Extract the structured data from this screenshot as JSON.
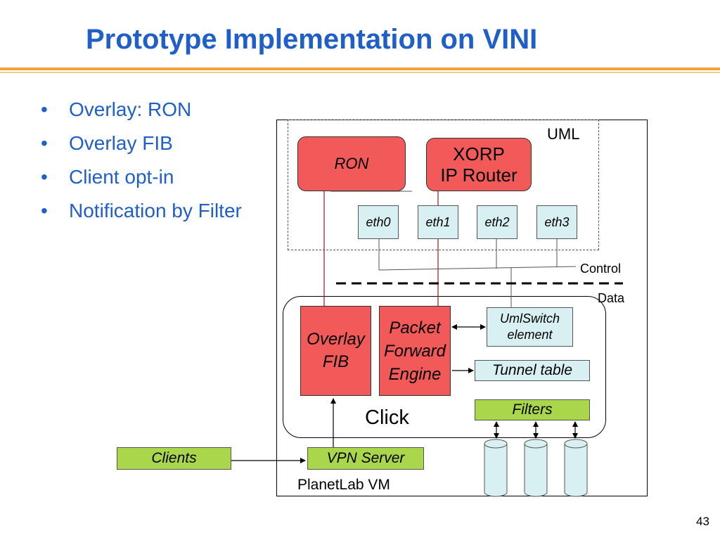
{
  "slide": {
    "title": "Prototype Implementation on VINI",
    "page_number": "43"
  },
  "bullets": [
    {
      "marker": "•",
      "text": "Overlay: RON"
    },
    {
      "marker": "•",
      "text": "Overlay FIB"
    },
    {
      "marker": "•",
      "text": "Client opt-in"
    },
    {
      "marker": "•",
      "text": "Notification by Filter"
    }
  ],
  "diagram": {
    "uml_label": "UML",
    "ron_label": "RON",
    "xorp_line1": "XORP",
    "xorp_line2": "IP Router",
    "eth": [
      "eth0",
      "eth1",
      "eth2",
      "eth3"
    ],
    "control_label": "Control",
    "data_label": "Data",
    "overlay_fib_line1": "Overlay",
    "overlay_fib_line2": "FIB",
    "pfe_line1": "Packet",
    "pfe_line2": "Forward",
    "pfe_line3": "Engine",
    "umlswitch_line1": "UmlSwitch",
    "umlswitch_line2": "element",
    "tunnel_label": "Tunnel table",
    "filters_label": "Filters",
    "click_label": "Click",
    "clients_label": "Clients",
    "vpn_label": "VPN Server",
    "planetlab_label": "PlanetLab VM"
  },
  "colors": {
    "title": "#1f5fc7",
    "accent_bar": "#f2a33a",
    "red_box": "#f25a5a",
    "cyan_box": "#d9f0f2",
    "green_box": "#a9d64b"
  }
}
